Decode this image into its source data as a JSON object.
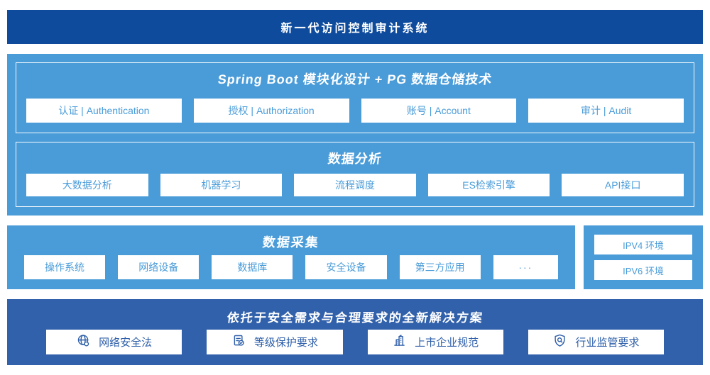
{
  "colors": {
    "banner_blue": "#0e4b9d",
    "section_blue": "#4a9cd9",
    "solution_blue": "#3161ab",
    "box_text_blue": "#4a9cd9",
    "solution_text_blue": "#2e5fa9"
  },
  "banner": {
    "title": "新一代访问控制审计系统"
  },
  "platform": {
    "modules": {
      "title": "Spring Boot 模块化设计 + PG 数据仓储技术",
      "items": [
        "认证 | Authentication",
        "授权 | Authorization",
        "账号 | Account",
        "审计 | Audit"
      ]
    },
    "analysis": {
      "title": "数据分析",
      "items": [
        "大数据分析",
        "机器学习",
        "流程调度",
        "ES检索引擎",
        "API接口"
      ]
    }
  },
  "collection": {
    "title": "数据采集",
    "items": [
      "操作系统",
      "网络设备",
      "数据库",
      "安全设备",
      "第三方应用",
      "···"
    ]
  },
  "environment": {
    "items": [
      "IPV4 环境",
      "IPV6 环境"
    ]
  },
  "solution": {
    "title": "依托于安全需求与合理要求的全新解决方案",
    "items": [
      {
        "icon": "globe-icon",
        "label": "网络安全法"
      },
      {
        "icon": "document-check-icon",
        "label": "等级保护要求"
      },
      {
        "icon": "building-icon",
        "label": "上市企业规范"
      },
      {
        "icon": "shield-search-icon",
        "label": "行业监管要求"
      }
    ]
  }
}
